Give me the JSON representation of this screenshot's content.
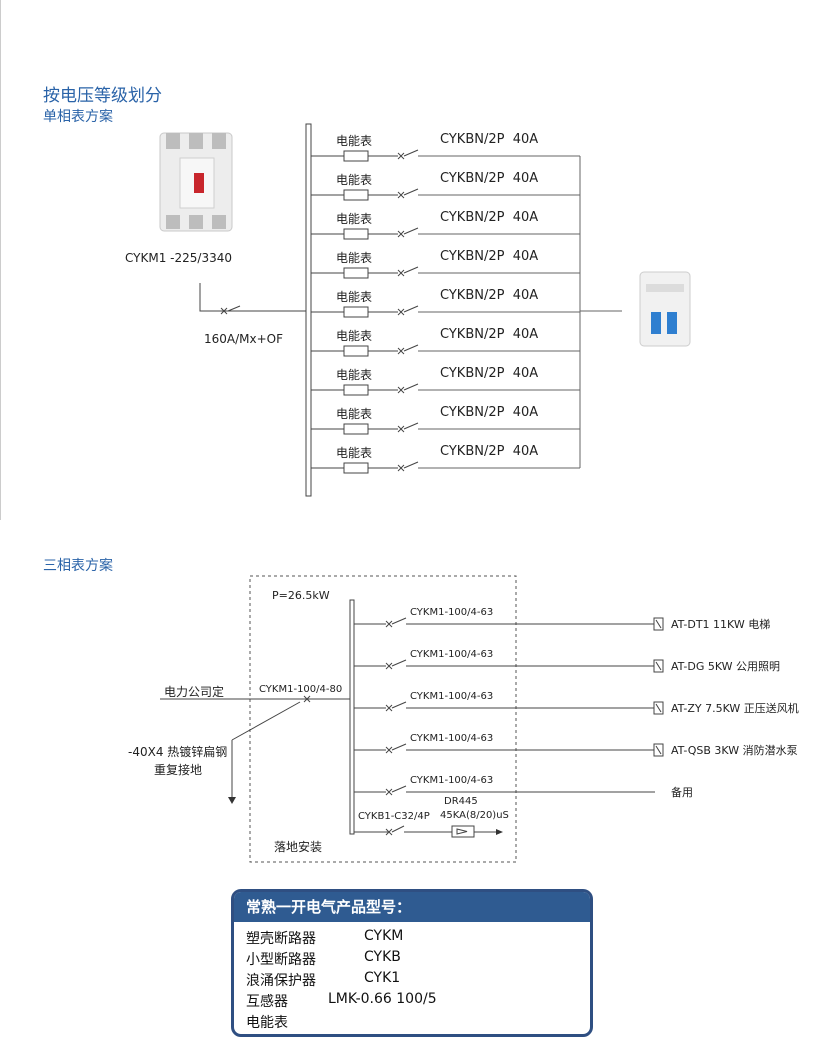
{
  "heading": "按电压等级划分",
  "single_phase": {
    "title": "单相表方案",
    "main_breaker_model": "CYKM1 -225/3340",
    "main_breaker_rating": "160A/Mx+OF",
    "branch_meter_label": "电能表",
    "branch_breaker_label": "CYKBN/2P  40A",
    "branch_count": 9
  },
  "three_phase": {
    "title": "三相表方案",
    "power_label": "P=26.5kW",
    "supply_label": "电力公司定",
    "main_breaker": "CYKM1-100/4-80",
    "ground_label_1": "-40X4 热镀锌扁钢",
    "ground_label_2": "重复接地",
    "install_label": "落地安装",
    "branches": [
      {
        "breaker": "CYKM1-100/4-63",
        "load": "AT-DT1 11KW 电梯"
      },
      {
        "breaker": "CYKM1-100/4-63",
        "load": "AT-DG 5KW 公用照明"
      },
      {
        "breaker": "CYKM1-100/4-63",
        "load": "AT-ZY 7.5KW 正压送风机"
      },
      {
        "breaker": "CYKM1-100/4-63",
        "load": "AT-QSB 3KW 消防潜水泵"
      },
      {
        "breaker": "CYKM1-100/4-63",
        "load": "备用"
      }
    ],
    "spd_breaker": "CYKB1-C32/4P",
    "spd_label_1": "DR445",
    "spd_label_2": "45KA(8/20)uS"
  },
  "legend": {
    "title": "常熟一开电气产品型号：",
    "rows": [
      {
        "name": "塑壳断路器",
        "value": "CYKM"
      },
      {
        "name": "小型断路器",
        "value": "CYKB"
      },
      {
        "name": "浪涌保护器",
        "value": "CYK1"
      },
      {
        "name": "互感器",
        "value": "LMK-0.66  100/5"
      },
      {
        "name": "电能表",
        "value": ""
      }
    ]
  }
}
